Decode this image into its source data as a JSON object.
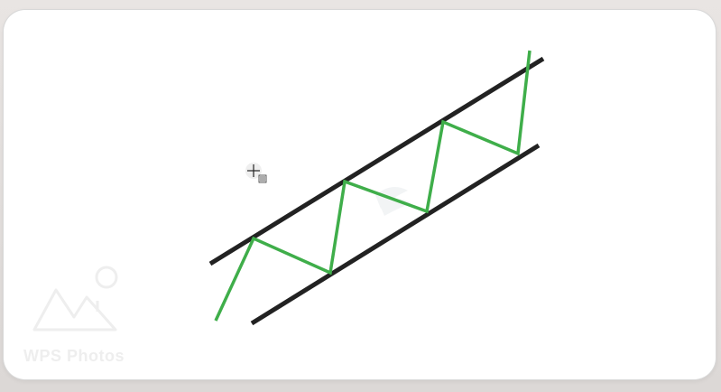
{
  "viewer": {
    "watermark_text": "WPS Photos",
    "watermark_icon": "wps-photos-logo-icon",
    "cursor_icon": "crosshair-cursor-icon"
  },
  "colors": {
    "background": "#dcd8d6",
    "card": "#ffffff",
    "channel_lines": "#222222",
    "zigzag": "#3fae4a",
    "watermark": "#eeeeee"
  },
  "image_content": {
    "description_tag": "ascending-channel-diagram",
    "channel_line_count": 2,
    "zigzag_line_count": 1
  }
}
